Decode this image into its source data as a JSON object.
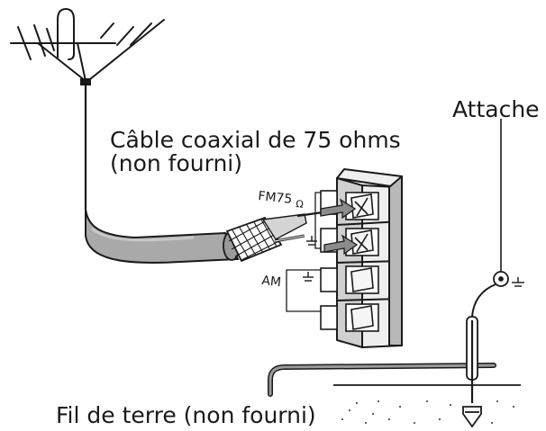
{
  "labels": {
    "cable_line1": "Câble coaxial de 75 ohms",
    "cable_line2": "(non fourni)",
    "attache": "Attache",
    "fm_terminal": "FM75",
    "fm_unit": "Ω",
    "am_terminal": "AM",
    "ground_wire": "Fil de terre (non fourni)"
  },
  "colors": {
    "line": "#1a1a1a",
    "cable_fill": "#a9a9a9",
    "panel_light": "#eeeeee",
    "panel_mid": "#d0d0d0",
    "panel_dark": "#b8b8b8",
    "wire_gray": "#8c8c8c"
  }
}
